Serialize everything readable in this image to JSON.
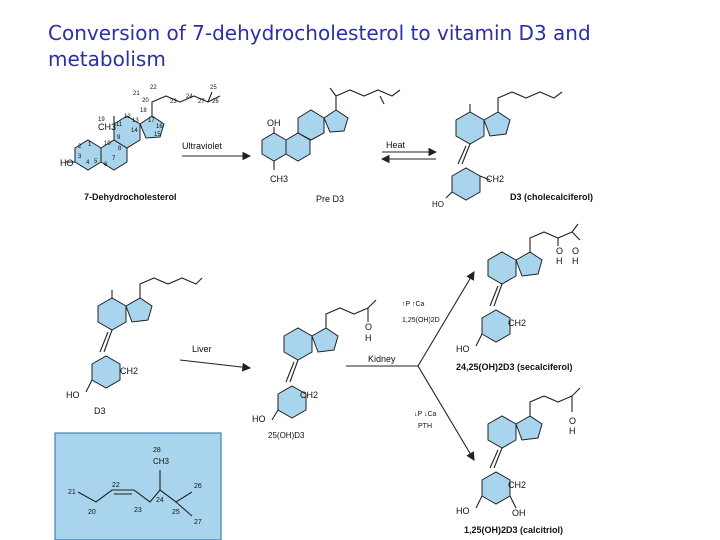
{
  "title": "Conversion of 7-dehydrocholesterol to vitamin D3 and metabolism",
  "diagram": {
    "compound_7dhc": "7-Dehydrocholesterol",
    "compound_pre_d3": "Pre D3",
    "compound_d3_name": "D3 (cholecalciferol)",
    "compound_d3_lower": "D3",
    "compound_25ohd3": "25(OH)D3",
    "compound_24_25": "24,25(OH)2D3 (secalciferol)",
    "compound_1_25": "1,25(OH)2D3 (calcitriol)",
    "arrow_uv": "Ultraviolet",
    "arrow_heat": "Heat",
    "arrow_liver": "Liver",
    "arrow_kidney": "Kidney",
    "reg_up_p": "↑P ↑Ca",
    "reg_up_125": "1,25(OH)2D",
    "reg_down_p": "↓P ↓Ca",
    "reg_pth": "PTH",
    "atom_oh": "OH",
    "atom_ho": "HO",
    "atom_ch3": "CH3",
    "atom_ch2": "CH2",
    "atom_o": "O",
    "atom_h": "H",
    "num_21": "21",
    "num_22": "22",
    "num_23": "23",
    "num_24": "24",
    "num_25": "25",
    "num_26": "26",
    "num_27": "27",
    "num_28": "28",
    "num_20": "20",
    "num_19": "19",
    "num_18": "18",
    "num_17": "17",
    "num_16": "16",
    "num_15": "15",
    "num_14": "14",
    "num_13": "13",
    "num_12": "12",
    "num_11": "11",
    "num_10": "10",
    "num_9": "9",
    "num_8": "8",
    "num_7": "7",
    "num_6": "6",
    "num_5": "5",
    "num_4": "4",
    "num_3": "3",
    "num_2": "2",
    "num_1": "1",
    "inset_ch3": "CH3",
    "ring_fill": "#a9d4ee",
    "inset_fill": "#a9d4ee",
    "title_color": "#2b2fa8"
  }
}
